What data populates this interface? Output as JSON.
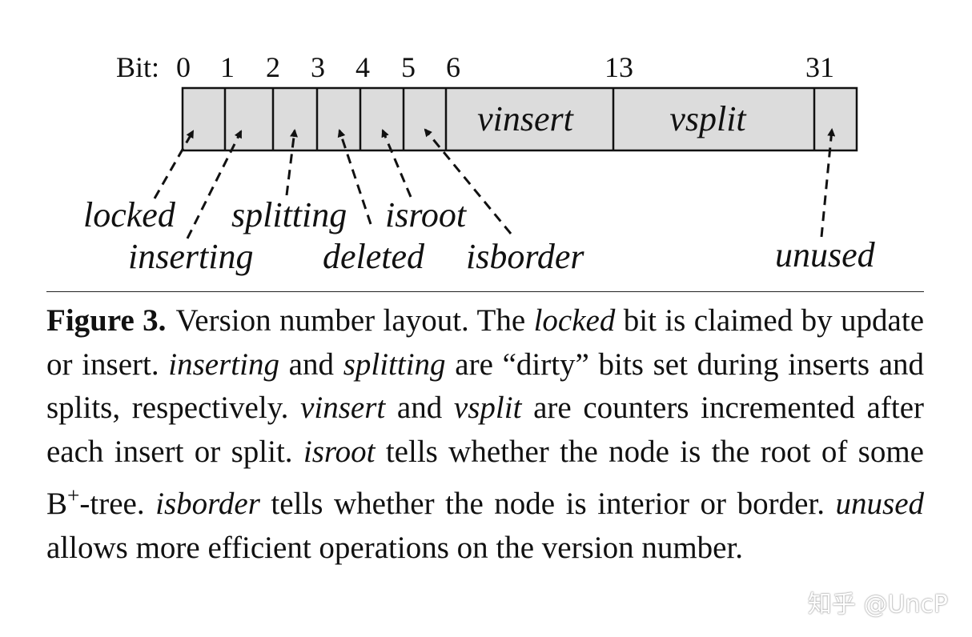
{
  "diagram": {
    "bit_prefix": "Bit:",
    "bit_positions": [
      "0",
      "1",
      "2",
      "3",
      "4",
      "5",
      "6",
      "13",
      "31"
    ],
    "fields": [
      "vinsert",
      "vsplit"
    ],
    "flags": [
      "locked",
      "inserting",
      "splitting",
      "deleted",
      "isroot",
      "isborder",
      "unused"
    ],
    "box_fill": "#dcdcdc"
  },
  "caption": {
    "label": "Figure 3.",
    "segments": [
      {
        "t": "Version number layout. The "
      },
      {
        "t": "locked",
        "i": true
      },
      {
        "t": " bit is claimed by update or insert. "
      },
      {
        "t": "inserting",
        "i": true
      },
      {
        "t": " and "
      },
      {
        "t": "splitting",
        "i": true
      },
      {
        "t": " are “dirty” bits set during inserts and splits, respectively. "
      },
      {
        "t": "vinsert",
        "i": true
      },
      {
        "t": " and "
      },
      {
        "t": "vsplit",
        "i": true
      },
      {
        "t": " are counters incremented after each insert or split. "
      },
      {
        "t": "isroot",
        "i": true
      },
      {
        "t": " tells whether the node is the root of some B"
      },
      {
        "t": "+",
        "sup": true
      },
      {
        "t": "-tree. "
      },
      {
        "t": "isborder",
        "i": true
      },
      {
        "t": " tells whether the node is interior or border. "
      },
      {
        "t": "unused",
        "i": true
      },
      {
        "t": " allows more efficient operations on the version number."
      }
    ]
  },
  "watermark": "知乎 @UncP"
}
